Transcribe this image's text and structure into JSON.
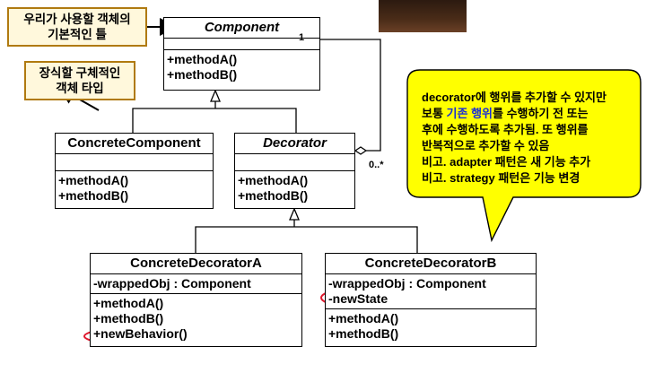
{
  "notes": {
    "client_object": [
      "우리가 사용할 객체의",
      "기본적인 틀"
    ],
    "concrete_type": [
      "장식할 구체적인",
      "객체 타입"
    ]
  },
  "classes": {
    "component": {
      "name": "Component",
      "methods": [
        "+methodA()",
        "+methodB()"
      ]
    },
    "concrete_component": {
      "name": "ConcreteComponent",
      "methods": [
        "+methodA()",
        "+methodB()"
      ]
    },
    "decorator": {
      "name": "Decorator",
      "methods": [
        "+methodA()",
        "+methodB()"
      ]
    },
    "concrete_decorator_a": {
      "name": "ConcreteDecoratorA",
      "attributes": [
        "-wrappedObj : Component"
      ],
      "methods": [
        "+methodA()",
        "+methodB()",
        "+newBehavior()"
      ]
    },
    "concrete_decorator_b": {
      "name": "ConcreteDecoratorB",
      "attributes": [
        "-wrappedObj : Component",
        "-newState"
      ],
      "methods": [
        "+methodA()",
        "+methodB()"
      ]
    }
  },
  "multiplicity": {
    "one": "1",
    "many": "0..*"
  },
  "callout": {
    "line1": "decorator에 행위를 추가할  수 있지만",
    "line2_pre": "보통 ",
    "line2_blue": "기존 행위",
    "line2_post": "를 수행하기 전 또는",
    "line3": "후에  수행하도록 추가됨. 또 행위를",
    "line4": "반복적으로 추가할 수 있음",
    "line5": "비고. adapter 패턴은 새  기능 추가",
    "line6": "비고. strategy 패턴은 기능 변경"
  },
  "colors": {
    "note_border": "#b07a10",
    "callout_fill": "#ffff00",
    "highlight": "#e0182d",
    "emphasis_text": "#1a2fd6"
  }
}
